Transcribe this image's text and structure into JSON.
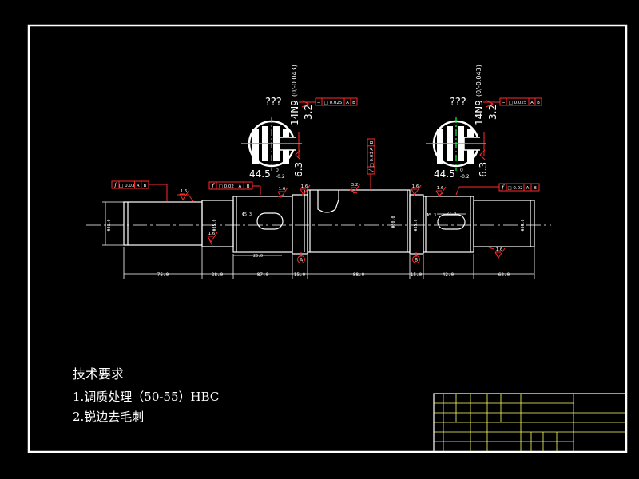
{
  "technical_requirements": {
    "title": "技术要求",
    "items": [
      "1.调质处理（50-55）HBC",
      "2.锐边去毛刺"
    ]
  },
  "sections": [
    {
      "depth_label": "44.5",
      "depth_tol": "0 -0.2",
      "keyway_label": "14N9",
      "keyway_tol": "0 -0.043",
      "note": "???",
      "rough_top": "3.2",
      "rough_bottom": "6.3",
      "tolerance_value": "0.025",
      "datums": [
        "A",
        "B"
      ]
    },
    {
      "depth_label": "44.5",
      "depth_tol": "0 -0.2",
      "keyway_label": "14N9",
      "keyway_tol": "0 -0.043",
      "note": "???",
      "rough_top": "3.2",
      "rough_bottom": "6.3",
      "tolerance_value": "0.025",
      "datums": [
        "A",
        "B"
      ]
    }
  ],
  "shaft": {
    "gdt_frames": [
      {
        "symbol": "f",
        "value": "0.03",
        "datums": [
          "A",
          "B"
        ]
      },
      {
        "symbol": "f",
        "value": "0.02",
        "datums": [
          "A",
          "B"
        ]
      },
      {
        "symbol": "/",
        "value": "0.03",
        "datums": [
          "A",
          "B"
        ]
      },
      {
        "symbol": "f",
        "value": "0.02",
        "datums": [
          "A",
          "B"
        ]
      }
    ],
    "roughness": [
      "1.6",
      "1.6",
      "1.6",
      "1.6",
      "3.2",
      "1.6",
      "1.6",
      "1.6",
      "1.6"
    ],
    "datum_markers": [
      "A",
      "B"
    ],
    "length_dims": [
      "75.0",
      "38.0",
      "87.0",
      "15.0",
      "88.0",
      "15.0",
      "42.0",
      "62.0"
    ],
    "dia_labels": [
      "Φ30.0",
      "Φ35.0",
      "Φ50.0",
      "Φ35.0",
      "Φ30.0"
    ],
    "key_dims": [
      "Φ5.3",
      "Φ5.3",
      "Φ32.0",
      "Φ30"
    ],
    "small_dims": [
      "23.0",
      "27.0"
    ]
  },
  "colors": {
    "background": "#000000",
    "lines": "#ffffff",
    "annotations": "#ff2a2a",
    "section_hatch": "#00ff33",
    "title_block": "#ffff66"
  }
}
